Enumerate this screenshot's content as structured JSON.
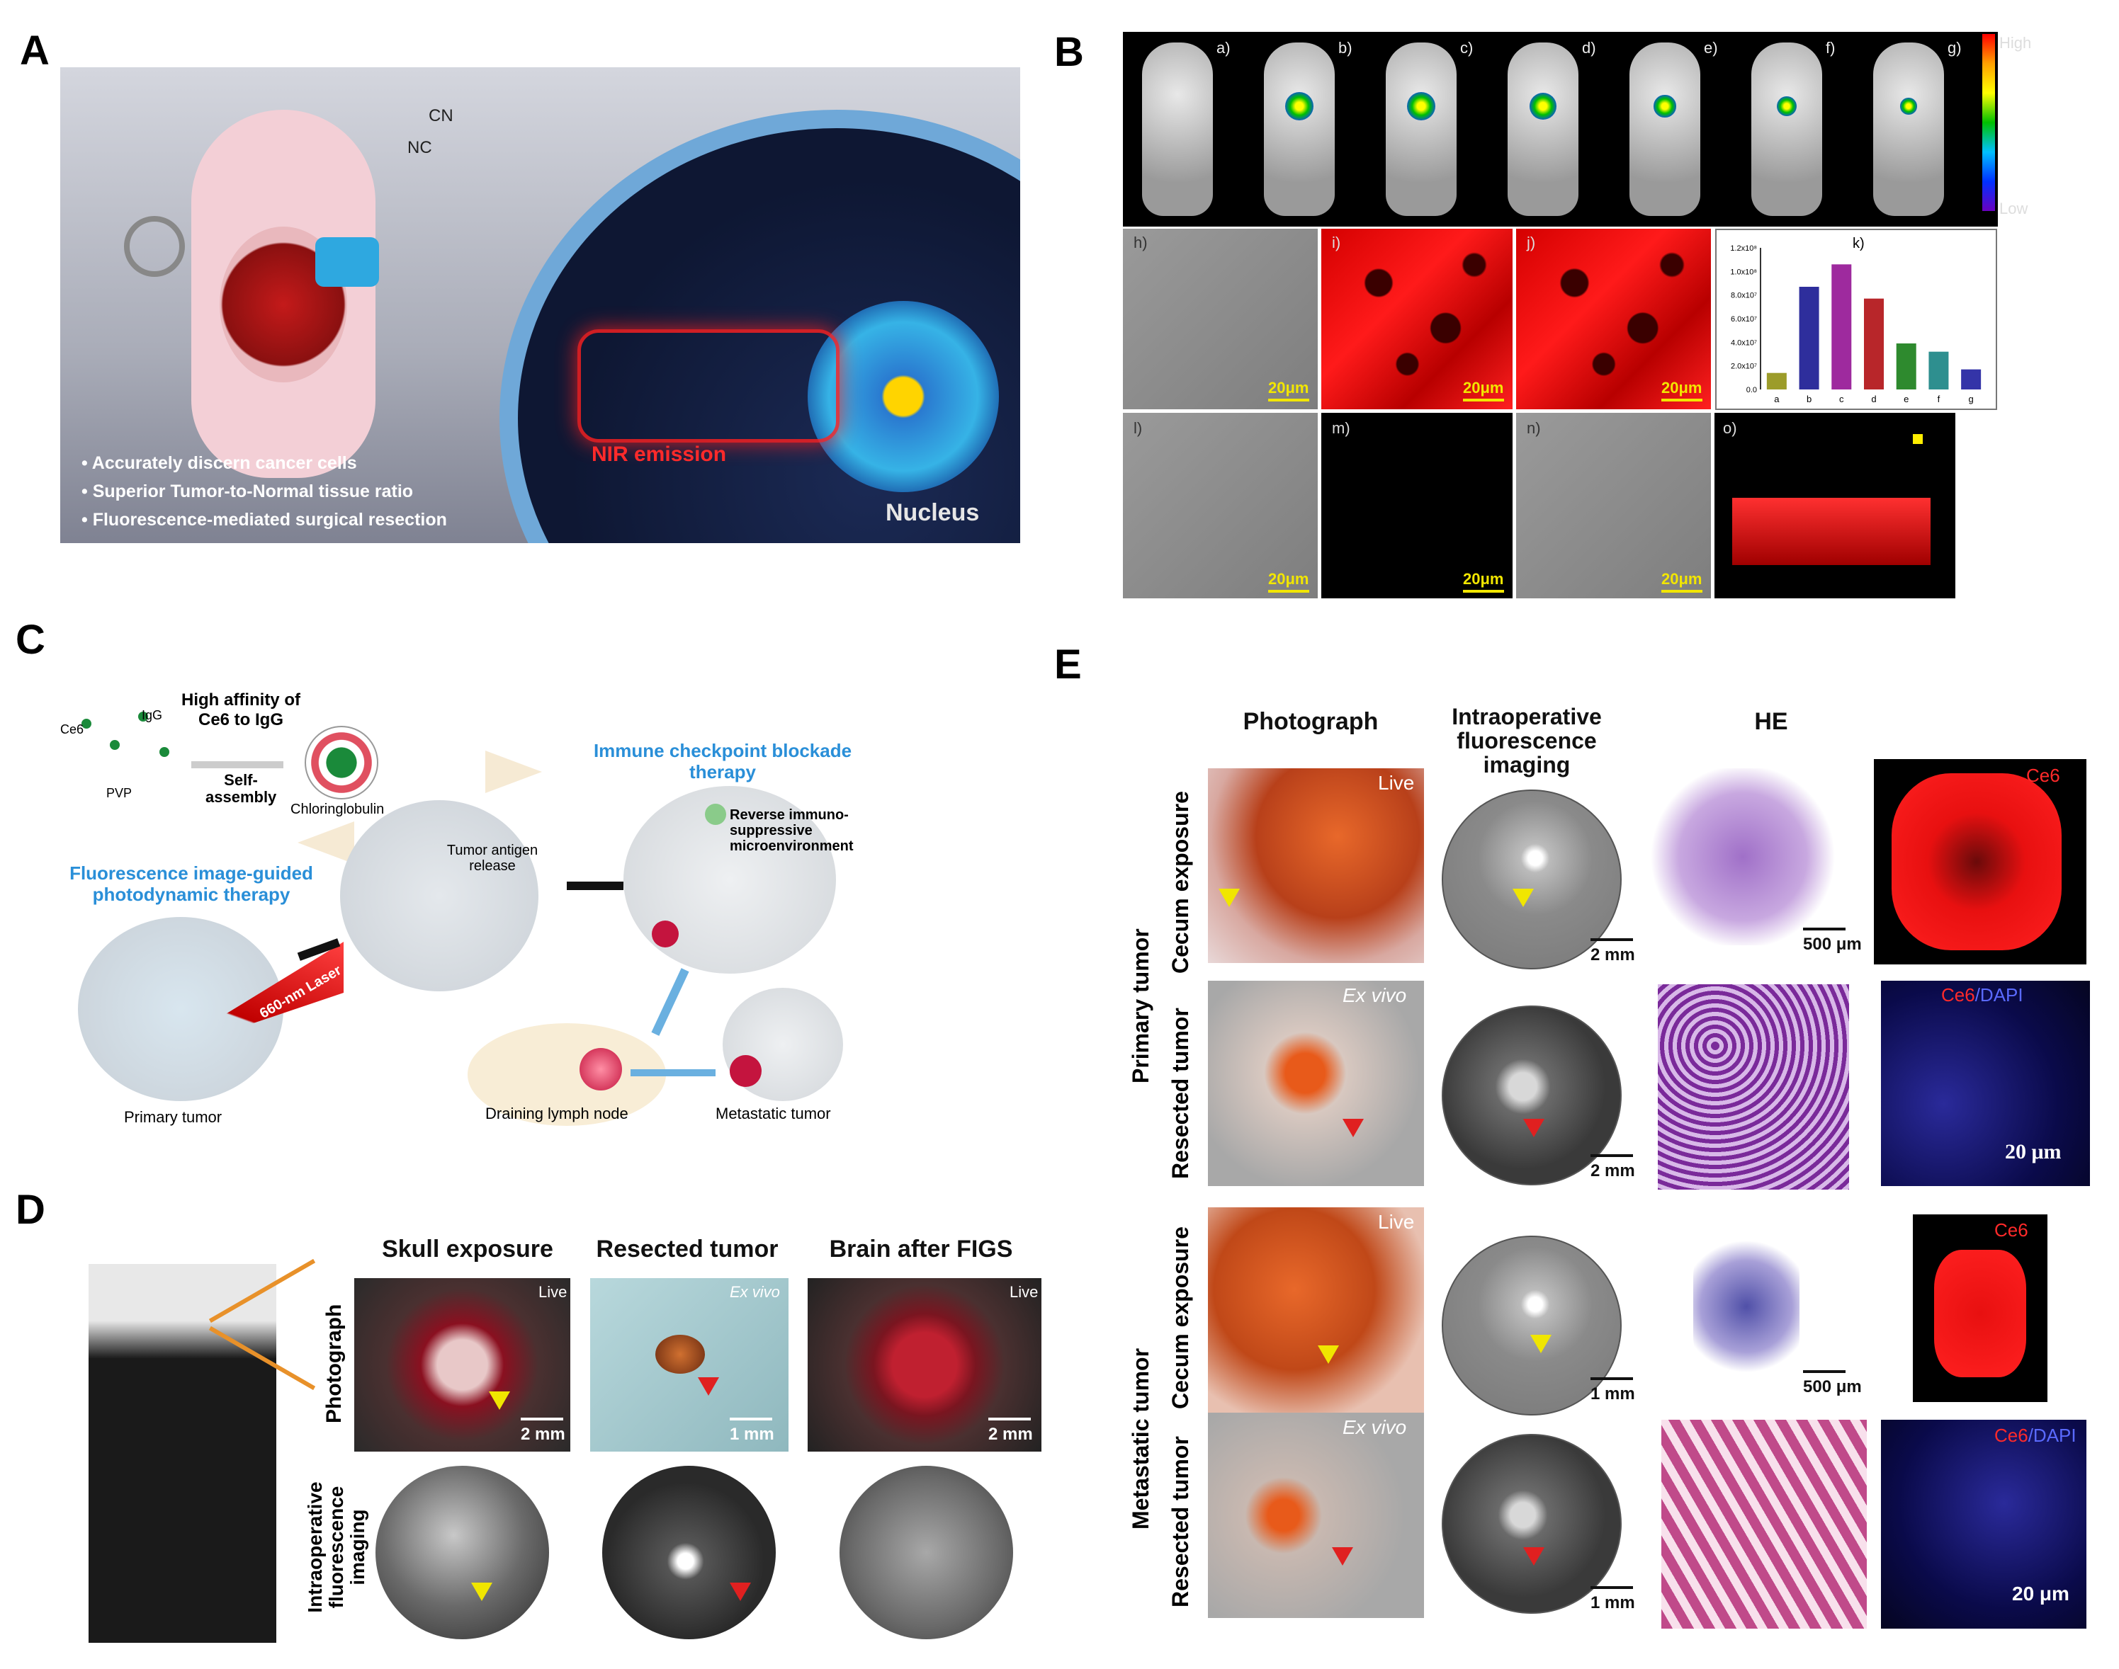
{
  "panel_labels": {
    "a": "A",
    "b": "B",
    "c": "C",
    "d": "D",
    "e": "E"
  },
  "panel_a": {
    "bullets": [
      "Accurately discern cancer cells",
      "Superior Tumor-to-Normal tissue ratio",
      "Fluorescence-mediated surgical resection"
    ],
    "nir_label": "NIR emission",
    "nucleus_label": "Nucleus",
    "chem_labels": [
      "CN",
      "NC"
    ]
  },
  "panel_b": {
    "mouse_labels": [
      "a)",
      "b)",
      "c)",
      "d)",
      "e)",
      "f)",
      "g)"
    ],
    "colorbar_high": "High",
    "colorbar_low": "Low",
    "row2_labels": [
      "h)",
      "i)",
      "j)"
    ],
    "row3_labels": [
      "l)",
      "m)",
      "n)",
      "o)"
    ],
    "scale": "20μm",
    "chart_data": {
      "type": "bar",
      "title": "k)",
      "categories": [
        "a",
        "b",
        "c",
        "d",
        "e",
        "f",
        "g"
      ],
      "values": [
        1.4,
        8.7,
        10.6,
        7.7,
        3.9,
        3.2,
        1.7
      ],
      "ytick_labels": [
        "0.0",
        "2.0x10⁷",
        "4.0x10⁷",
        "6.0x10⁷",
        "8.0x10⁷",
        "1.0x10⁸",
        "1.2x10⁸"
      ],
      "ylim": [
        0,
        12
      ],
      "colors": [
        "#9c9c2a",
        "#2e2e9c",
        "#9e2a9e",
        "#b8262a",
        "#2e8a2e",
        "#2e8f8f",
        "#3434a8"
      ]
    }
  },
  "panel_c": {
    "texts": {
      "high_affinity": "High affinity of Ce6 to IgG",
      "self_assembly": "Self-assembly",
      "ce6": "Ce6",
      "igg": "IgG",
      "pvp": "PVP",
      "chloringlobulin": "Chloringlobulin",
      "fig_pdt": "Fluorescence image-guided photodynamic therapy",
      "laser": "660-nm Laser",
      "antigen": "Tumor antigen release",
      "icb": "Immune checkpoint blockade therapy",
      "reverse": "Reverse immuno-suppressive microenvironment",
      "primary": "Primary tumor",
      "lymph": "Draining lymph node",
      "metastatic": "Metastatic tumor"
    }
  },
  "panel_d": {
    "headers": [
      "Skull exposure",
      "Resected tumor",
      "Brain after FIGS"
    ],
    "row_labels": [
      "Photograph",
      "Intraoperative fluorescence imaging"
    ],
    "tags": [
      "Live",
      "Ex vivo",
      "Live"
    ],
    "scales": [
      "2 mm",
      "1 mm",
      "2 mm"
    ]
  },
  "panel_e": {
    "headers": [
      "Photograph",
      "Intraoperative fluorescence imaging",
      "HE"
    ],
    "group_labels": [
      "Primary tumor",
      "Metastatic tumor"
    ],
    "row_labels": [
      "Cecum exposure",
      "Resected tumor",
      "Cecum exposure",
      "Resected tumor"
    ],
    "tags": [
      "Live",
      "Ex vivo",
      "Live",
      "Ex vivo"
    ],
    "fluor_scales": [
      "2 mm",
      "2 mm",
      "1 mm",
      "1 mm"
    ],
    "he_scales": [
      "500 μm",
      "500 μm"
    ],
    "ce6": "Ce6",
    "dapi": "/DAPI",
    "um20": "20 μm"
  }
}
